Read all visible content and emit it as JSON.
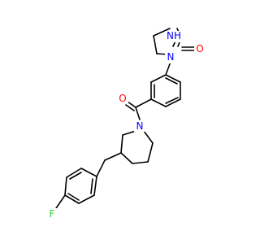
{
  "molecule": {
    "colors": {
      "bond": "#000000",
      "oxygen": "#ff0000",
      "nitrogen": "#0000ff",
      "fluorine": "#33cc33",
      "background": "#ffffff"
    },
    "atoms": {
      "nh": "NH",
      "urea_n": "N",
      "urea_o": "O",
      "amide_o": "O",
      "piperidine_n": "N",
      "fluorine": "F"
    }
  }
}
